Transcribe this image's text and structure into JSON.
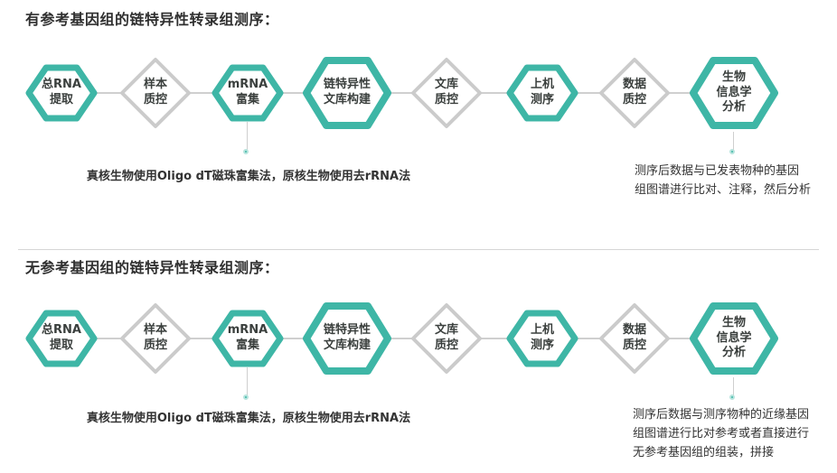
{
  "theme": {
    "teal": "#3eb6a6",
    "diamond_gray": "#cbcbcb",
    "rail_gray": "#cfcfcf",
    "text": "#333333"
  },
  "sections": [
    {
      "title": "有参考基因组的链特异性转录组测序：",
      "nodes": [
        {
          "label": "总RNA\n提取",
          "shape": "hex"
        },
        {
          "label": "样本\n质控",
          "shape": "diamond"
        },
        {
          "label": "mRNA\n富集",
          "shape": "hex"
        },
        {
          "label": "链特异性\n文库构建",
          "shape": "hex-large"
        },
        {
          "label": "文库\n质控",
          "shape": "diamond"
        },
        {
          "label": "上机\n测序",
          "shape": "hex"
        },
        {
          "label": "数据\n质控",
          "shape": "diamond"
        },
        {
          "label": "生物\n信息学\n分析",
          "shape": "hex-large"
        }
      ],
      "notes": {
        "mrna": "真核生物使用Oligo dT磁珠富集法，原核生物使用去rRNA法",
        "bioinfo": "测序后数据与已发表物种的基因\n组图谱进行比对、注释，然后分析"
      }
    },
    {
      "title": "无参考基因组的链特异性转录组测序：",
      "nodes": [
        {
          "label": "总RNA\n提取",
          "shape": "hex"
        },
        {
          "label": "样本\n质控",
          "shape": "diamond"
        },
        {
          "label": "mRNA\n富集",
          "shape": "hex"
        },
        {
          "label": "链特异性\n文库构建",
          "shape": "hex-large"
        },
        {
          "label": "文库\n质控",
          "shape": "diamond"
        },
        {
          "label": "上机\n测序",
          "shape": "hex"
        },
        {
          "label": "数据\n质控",
          "shape": "diamond"
        },
        {
          "label": "生物\n信息学\n分析",
          "shape": "hex-large"
        }
      ],
      "notes": {
        "mrna": "真核生物使用Oligo dT磁珠富集法，原核生物使用去rRNA法",
        "bioinfo": "测序后数据与测序物种的近缘基因\n组图谱进行比对参考或者直接进行\n无参考基因组的组装，拼接"
      }
    }
  ]
}
